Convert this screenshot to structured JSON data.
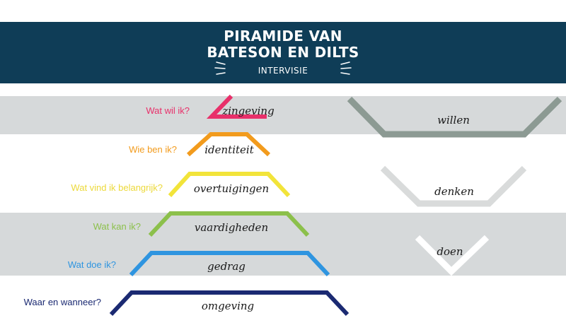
{
  "header": {
    "title_line1": "PIRAMIDE VAN",
    "title_line2": "BATESON EN DILTS",
    "subtitle": "INTERVISIE"
  },
  "levels": [
    {
      "question": "Wat wil ik?",
      "word": "zingeving",
      "color": "#e8306a"
    },
    {
      "question": "Wie ben ik?",
      "word": "identiteit",
      "color": "#f29b1d"
    },
    {
      "question": "Wat vind ik belangrijk?",
      "word": "overtuigingen",
      "color": "#f2e43a"
    },
    {
      "question": "Wat kan ik?",
      "word": "vaardigheden",
      "color": "#8cc04b"
    },
    {
      "question": "Wat doe ik?",
      "word": "gedrag",
      "color": "#2f95e0"
    },
    {
      "question": "Waar en wanneer?",
      "word": "omgeving",
      "color": "#1b2a72"
    }
  ],
  "modes": [
    {
      "label": "willen",
      "color": "#8c9a93"
    },
    {
      "label": "denken",
      "color": "#d9dbdb"
    },
    {
      "label": "doen",
      "color": "#ffffff"
    }
  ],
  "colors": {
    "header_bg": "#0f3d57",
    "band_bg": "#d6d9da"
  }
}
